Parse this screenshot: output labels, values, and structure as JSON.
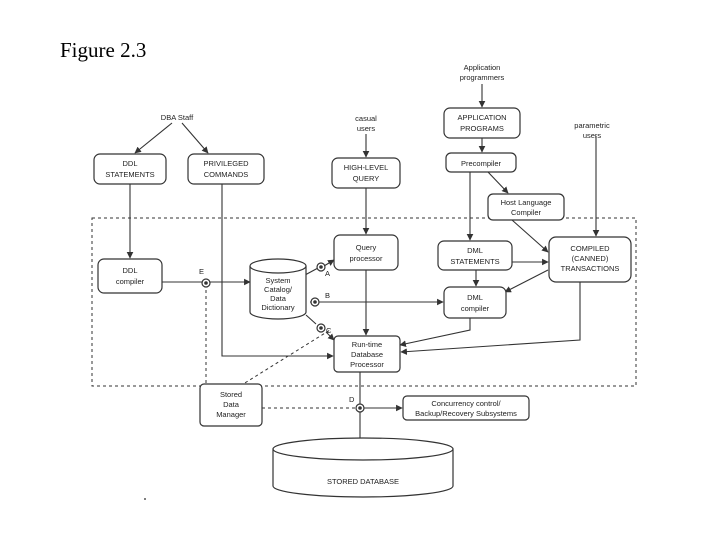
{
  "title": "Figure 2.3",
  "labels": {
    "app_prog_1": "Application",
    "app_prog_2": "programmers",
    "dba_staff": "DBA Staff",
    "casual_1": "casual",
    "casual_2": "users",
    "parametric_1": "parametric",
    "parametric_2": "users",
    "app_programs_1": "APPLICATION",
    "app_programs_2": "PROGRAMS",
    "ddl_stmt_1": "DDL",
    "ddl_stmt_2": "STATEMENTS",
    "priv_cmd_1": "PRIVILEGED",
    "priv_cmd_2": "COMMANDS",
    "hlq_1": "HIGH-LEVEL",
    "hlq_2": "QUERY",
    "precompiler": "Precompiler",
    "hlc_1": "Host Language",
    "hlc_2": "Compiler",
    "ddl_compiler_1": "DDL",
    "ddl_compiler_2": "compiler",
    "catalog_1": "System",
    "catalog_2": "Catalog/",
    "catalog_3": "Data",
    "catalog_4": "Dictionary",
    "query_proc_1": "Query",
    "query_proc_2": "processor",
    "dml_stmt_1": "DML",
    "dml_stmt_2": "STATEMENTS",
    "compiled_1": "COMPILED",
    "compiled_2": "(CANNED)",
    "compiled_3": "TRANSACTIONS",
    "dml_compiler_1": "DML",
    "dml_compiler_2": "compiler",
    "runtime_1": "Run-time",
    "runtime_2": "Database",
    "runtime_3": "Processor",
    "stored_dm_1": "Stored",
    "stored_dm_2": "Data",
    "stored_dm_3": "Manager",
    "concurrency_1": "Concurrency control/",
    "concurrency_2": "Backup/Recovery Subsystems",
    "stored_db": "STORED DATABASE",
    "pt_a": "A",
    "pt_b": "B",
    "pt_c": "C",
    "pt_d": "D",
    "pt_e": "E"
  }
}
